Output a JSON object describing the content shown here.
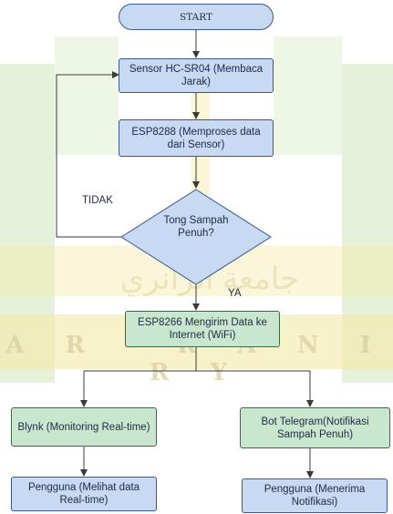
{
  "nodes": {
    "start": "START",
    "sensor": "Sensor HC-SR04 (Membaca Jarak)",
    "process": "ESP8288 (Memproses data dari Sensor)",
    "decision": "Tong Sampah Penuh?",
    "send": "ESP8266 Mengirim Data ke Internet (WiFi)",
    "blynk": "Blynk (Monitoring Real-time)",
    "telegram": "Bot  Telegram(Notifikasi Sampah Penuh)",
    "user_realtime": "Pengguna (Melihat data Real-time)",
    "user_notif": "Pengguna (Menerima Notifikasi)"
  },
  "labels": {
    "no": "TIDAK",
    "yes": "YA"
  },
  "watermark": {
    "latin": "A R - R A N I R Y",
    "arabic": "جامعة الرانري"
  },
  "colors": {
    "process_fill": "#c7d9f3",
    "output_fill": "#c9e7cf",
    "decision_fill": "#c7d9f3",
    "stroke": "#3a5a8c"
  }
}
